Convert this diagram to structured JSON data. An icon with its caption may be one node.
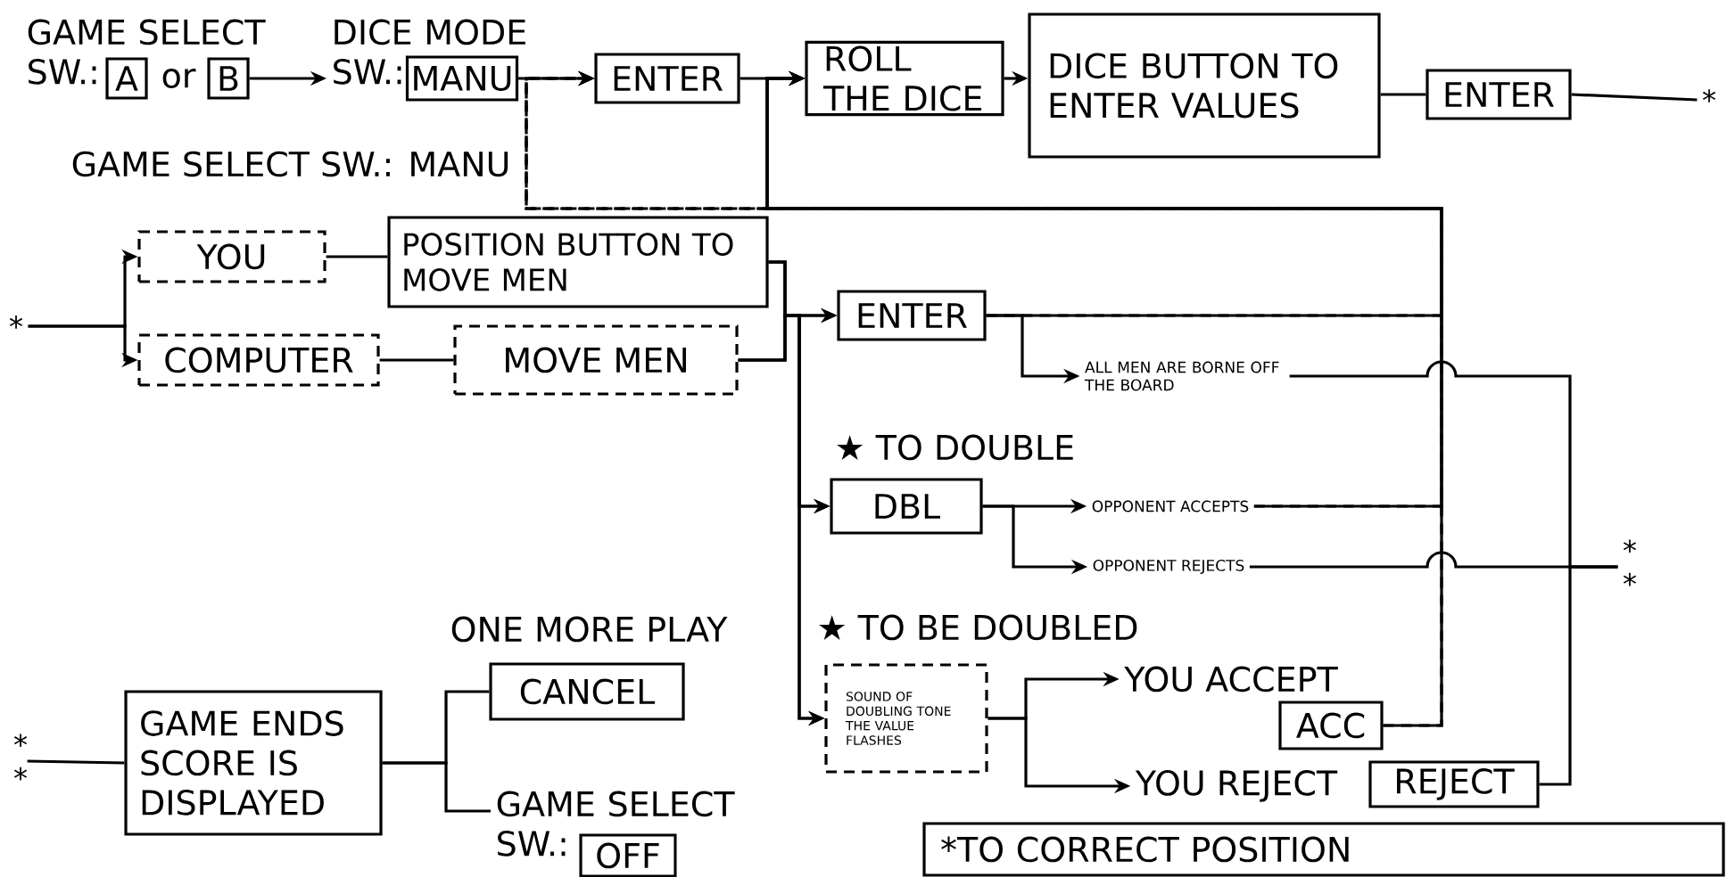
{
  "diagram": {
    "nodes": [
      {
        "text": [
          "GAME SELECT SW.:"
        ]
      },
      {
        "text": [
          "A"
        ]
      },
      {
        "text": [
          "B"
        ]
      },
      {
        "text": [
          "DICE MODE SW.:"
        ]
      },
      {
        "text": [
          "MANU"
        ]
      },
      {
        "text": [
          "ENTER"
        ]
      },
      {
        "text": [
          "ROLL THE DICE"
        ]
      },
      {
        "text": [
          "DICE BUTTON TO ENTER VALUES"
        ]
      },
      {
        "text": [
          "ENTER"
        ]
      },
      {
        "text": [
          "*"
        ]
      },
      {
        "text": [
          "*"
        ]
      },
      {
        "text": [
          "YOU"
        ]
      },
      {
        "text": [
          "COMPUTER"
        ]
      },
      {
        "text": [
          "POSITION BUTTON TO MOVE MEN"
        ]
      },
      {
        "text": [
          "MOVE MEN"
        ]
      },
      {
        "text": [
          "ENTER"
        ]
      },
      {
        "text": [
          "ALL MEN ARE BORNE OFF THE BOARD"
        ]
      },
      {
        "text": [
          "DBL"
        ]
      },
      {
        "text": [
          "OPPONENT ACCEPTS"
        ]
      },
      {
        "text": [
          "OPPONENT REJECTS"
        ]
      },
      {
        "text": [
          "* *"
        ]
      },
      {
        "text": [
          "SOUND OF DOUBLING TONE THE VALUE FLASHES"
        ]
      },
      {
        "text": [
          "YOU ACCEPT"
        ]
      },
      {
        "text": [
          "ACC"
        ]
      },
      {
        "text": [
          "YOU REJECT"
        ]
      },
      {
        "text": [
          "REJECT"
        ]
      },
      {
        "text": [
          "* *"
        ]
      },
      {
        "text": [
          "GAME ENDS SCORE IS DISPLAYED"
        ]
      },
      {
        "text": [
          "CANCEL"
        ],
        "beside": [
          "ONE MORE PLAY"
        ]
      },
      {
        "text": [
          "GAME SELECT SW.:"
        ]
      },
      {
        "text": [
          "OFF"
        ]
      },
      {
        "text": [
          "*TO CORRECT POSITION"
        ]
      }
    ],
    "edges": [
      {
        "from": 2,
        "to": 3,
        "arrow": "to"
      },
      {
        "from": 4,
        "to": 5,
        "arrow": "to"
      },
      {
        "from": 5,
        "to": 6,
        "arrow": "to"
      },
      {
        "from": 6,
        "to": 7,
        "arrow": "to"
      },
      {
        "from": 7,
        "to": 8,
        "arrow": "none"
      },
      {
        "from": 8,
        "to": 9,
        "arrow": "none"
      },
      {
        "from": 10,
        "to": 11,
        "arrow": "to"
      },
      {
        "from": 10,
        "to": 12,
        "arrow": "to"
      },
      {
        "from": 11,
        "to": 13,
        "arrow": "none"
      },
      {
        "from": 12,
        "to": 14,
        "arrow": "none"
      },
      {
        "from": 13,
        "to": 15,
        "arrow": "to"
      },
      {
        "from": 14,
        "to": 15,
        "arrow": "to"
      },
      {
        "from": 13,
        "to": 17,
        "arrow": "to"
      },
      {
        "from": 14,
        "to": 17,
        "arrow": "to"
      },
      {
        "from": 13,
        "to": 21,
        "arrow": "to"
      },
      {
        "from": 14,
        "to": 21,
        "arrow": "to"
      },
      {
        "from": 15,
        "to": 16,
        "arrow": "to"
      },
      {
        "from": 15,
        "to": 6,
        "arrow": "to"
      },
      {
        "from": 18,
        "to": 6,
        "arrow": "to"
      },
      {
        "from": 23,
        "to": 6,
        "arrow": "to"
      },
      {
        "from": 15,
        "to": 5,
        "arrow": "to",
        "style": "dashed"
      },
      {
        "from": 18,
        "to": 5,
        "arrow": "to",
        "style": "dashed"
      },
      {
        "from": 23,
        "to": 5,
        "arrow": "to",
        "style": "dashed"
      },
      {
        "from": 17,
        "to": 18,
        "arrow": "to"
      },
      {
        "from": 17,
        "to": 19,
        "arrow": "to"
      },
      {
        "from": 16,
        "to": 20,
        "arrow": "none"
      },
      {
        "from": 19,
        "to": 20,
        "arrow": "none"
      },
      {
        "from": 25,
        "to": 20,
        "arrow": "none"
      },
      {
        "from": 21,
        "to": 22,
        "arrow": "to"
      },
      {
        "from": 21,
        "to": 24,
        "arrow": "to"
      },
      {
        "from": 26,
        "to": 27,
        "arrow": "none"
      },
      {
        "from": 27,
        "to": 28,
        "arrow": "none"
      },
      {
        "from": 27,
        "to": 29,
        "arrow": "none"
      }
    ],
    "labels": [
      "or",
      "GAME SELECT SW.: MANU",
      "★ TO DOUBLE",
      "★ TO BE DOUBLED"
    ]
  }
}
